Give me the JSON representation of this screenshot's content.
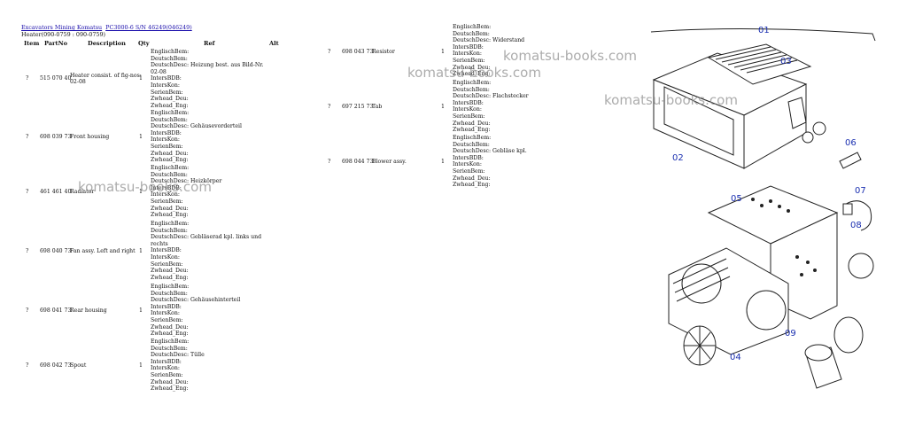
{
  "breadcrumb": {
    "links": [
      "Excavators Mining Komatsu",
      "PC3000-6 S/N 46249(046249)"
    ]
  },
  "subtitle": "Heater(090-0759 : 090-0759)",
  "table": {
    "headers": {
      "item": "Item",
      "partno": "PartNo",
      "desc": "Description",
      "qty": "Qty",
      "ref": "Ref",
      "alt": "Alt"
    }
  },
  "ref_lines": {
    "p1": [
      "EnglischBem:",
      "DeutschBem:",
      "DeutschDesc: Heizung best. aus Bild-Nr.",
      "02-08",
      "IntersBDB:",
      "IntersKon:",
      "SerienBem:",
      "Zwhead_Deu:",
      "Zwhead_Eng:"
    ],
    "p2": [
      "EnglischBem:",
      "DeutschBem:",
      "DeutschDesc: Gehäusevorderteil",
      "IntersBDB:",
      "IntersKon:",
      "SerienBem:",
      "Zwhead_Deu:",
      "Zwhead_Eng:"
    ],
    "p3": [
      "EnglischBem:",
      "DeutschBem:",
      "DeutschDesc: Heizkörper",
      "IntersBDB:",
      "IntersKon:",
      "SerienBem:",
      "Zwhead_Deu:",
      "Zwhead_Eng:"
    ],
    "p4": [
      "EnglischBem:",
      "DeutschBem:",
      "DeutschDesc: Gebläserad kpl. links und",
      "rechts",
      "IntersBDB:",
      "IntersKon:",
      "SerienBem:",
      "Zwhead_Deu:",
      "Zwhead_Eng:"
    ],
    "p5": [
      "EnglischBem:",
      "DeutschBem:",
      "DeutschDesc: Gehäusehinterteil",
      "IntersBDB:",
      "IntersKon:",
      "SerienBem:",
      "Zwhead_Deu:",
      "Zwhead_Eng:"
    ],
    "p6": [
      "EnglischBem:",
      "DeutschBem:",
      "DeutschDesc: Tülle",
      "IntersBDB:",
      "IntersKon:",
      "SerienBem:",
      "Zwhead_Deu:",
      "Zwhead_Eng:"
    ],
    "p7": [
      "EnglischBem:",
      "DeutschBem:",
      "DeutschDesc: Widerstand",
      "IntersBDB:",
      "IntersKon:",
      "SerienBem:",
      "Zwhead_Deu:",
      "Zwhead_Eng:"
    ],
    "p8": [
      "EnglischBem:",
      "DeutschBem:",
      "DeutschDesc: Flachstecker",
      "IntersBDB:",
      "IntersKon:",
      "SerienBem:",
      "Zwhead_Deu:",
      "Zwhead_Eng:"
    ],
    "p9": [
      "EnglischBem:",
      "DeutschBem:",
      "DeutschDesc: Gebläse kpl.",
      "IntersBDB:",
      "IntersKon:",
      "SerienBem:",
      "Zwhead_Deu:",
      "Zwhead_Eng:"
    ]
  },
  "parts": [
    {
      "item": "?",
      "partno": "515 070 40",
      "desc": "Heater consist. of fig-nos:",
      "desc2": "02-08",
      "qty": "1"
    },
    {
      "item": "?",
      "partno": "698 039 73",
      "desc": "Front housing",
      "desc2": "",
      "qty": "1"
    },
    {
      "item": "?",
      "partno": "461 461 40",
      "desc": "Radiator",
      "desc2": "",
      "qty": "1"
    },
    {
      "item": "?",
      "partno": "698 040 73",
      "desc": "Fan assy. Left and right",
      "desc2": "",
      "qty": "1"
    },
    {
      "item": "?",
      "partno": "698 041 73",
      "desc": "Rear housing",
      "desc2": "",
      "qty": "1"
    },
    {
      "item": "?",
      "partno": "698 042 73",
      "desc": "Spout",
      "desc2": "",
      "qty": "1"
    },
    {
      "item": "?",
      "partno": "698 043 73",
      "desc": "Resistor",
      "desc2": "",
      "qty": "1"
    },
    {
      "item": "?",
      "partno": "697 215 73",
      "desc": "Tab",
      "desc2": "",
      "qty": "1"
    },
    {
      "item": "?",
      "partno": "698 044 73",
      "desc": "Blower assy.",
      "desc2": "",
      "qty": "1"
    }
  ],
  "watermark": "komatsu-books.com",
  "diagram_labels": [
    "01",
    "02",
    "03",
    "04",
    "05",
    "06",
    "07",
    "08",
    "09"
  ]
}
